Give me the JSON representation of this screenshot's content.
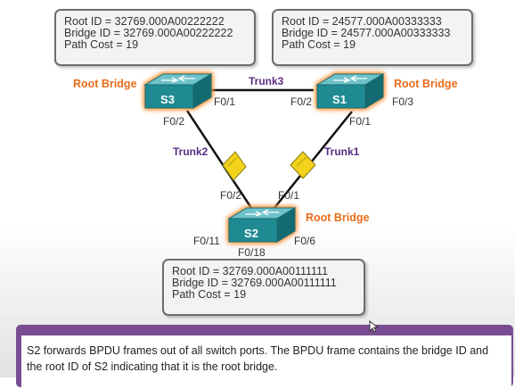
{
  "boxes": {
    "s3": {
      "root_id": "Root ID = 32769.000A00222222",
      "bridge_id": "Bridge ID = 32769.000A00222222",
      "path_cost": "Path Cost = 19"
    },
    "s1": {
      "root_id": "Root ID = 24577.000A00333333",
      "bridge_id": "Bridge ID = 24577.000A00333333",
      "path_cost": "Path Cost = 19"
    },
    "s2": {
      "root_id": "Root ID = 32769.000A00111111",
      "bridge_id": "Bridge ID = 32769.000A00111111",
      "path_cost": "Path Cost = 19"
    }
  },
  "switches": {
    "s3": {
      "name": "S3",
      "root_label": "Root Bridge"
    },
    "s1": {
      "name": "S1",
      "root_label": "Root Bridge"
    },
    "s2": {
      "name": "S2",
      "root_label": "Root Bridge"
    }
  },
  "ports": {
    "s3_f01": "F0/1",
    "s3_f02": "F0/2",
    "s1_f02": "F0/2",
    "s1_f01": "F0/1",
    "s1_f03": "F0/3",
    "s2_f02": "F0/2",
    "s2_f01": "F0/1",
    "s2_f011": "F0/11",
    "s2_f06": "F0/6",
    "s2_f018": "F0/18"
  },
  "trunks": {
    "trunk1": "Trunk1",
    "trunk2": "Trunk2",
    "trunk3": "Trunk3"
  },
  "description": "S2 forwards BPDU frames out of all switch ports. The BPDU frame contains the bridge ID and the root ID of S2 indicating that it is the root bridge.",
  "colors": {
    "root_label": "#e86c1a",
    "trunk_label": "#5b2c83",
    "switch_body": "#1f8a92",
    "bpdu": "#f2d21b",
    "bottom_bar": "#7a4d92"
  }
}
